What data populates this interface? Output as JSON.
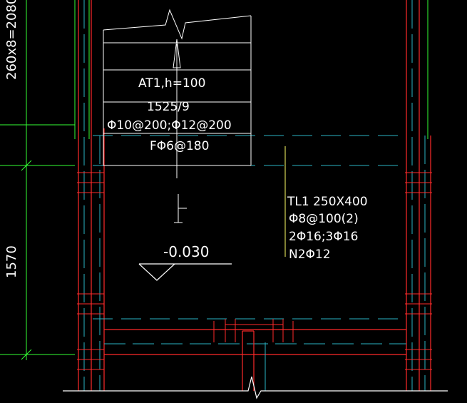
{
  "colors": {
    "background": "#000000",
    "rebar_red": "#ff2a2a",
    "wall_cyan": "#2ab3c4",
    "grid_green": "#33ff33",
    "label_yellow": "#ffff66",
    "white": "#ffffff"
  },
  "dimensions": {
    "upper": "260x8=2080",
    "lower": "1570"
  },
  "stair": {
    "designation": "AT1,h=100",
    "step_size": "1525/9",
    "top_bottom_bars": "Φ10@200;Φ12@200",
    "distribution_bars": "FΦ6@180"
  },
  "level_mark": "-0.030",
  "beam": {
    "designation": "TL1 250X400",
    "stirrups": "Φ8@100(2)",
    "long_bars": "2Φ16;3Φ16",
    "waist_bars": "N2Φ12"
  }
}
